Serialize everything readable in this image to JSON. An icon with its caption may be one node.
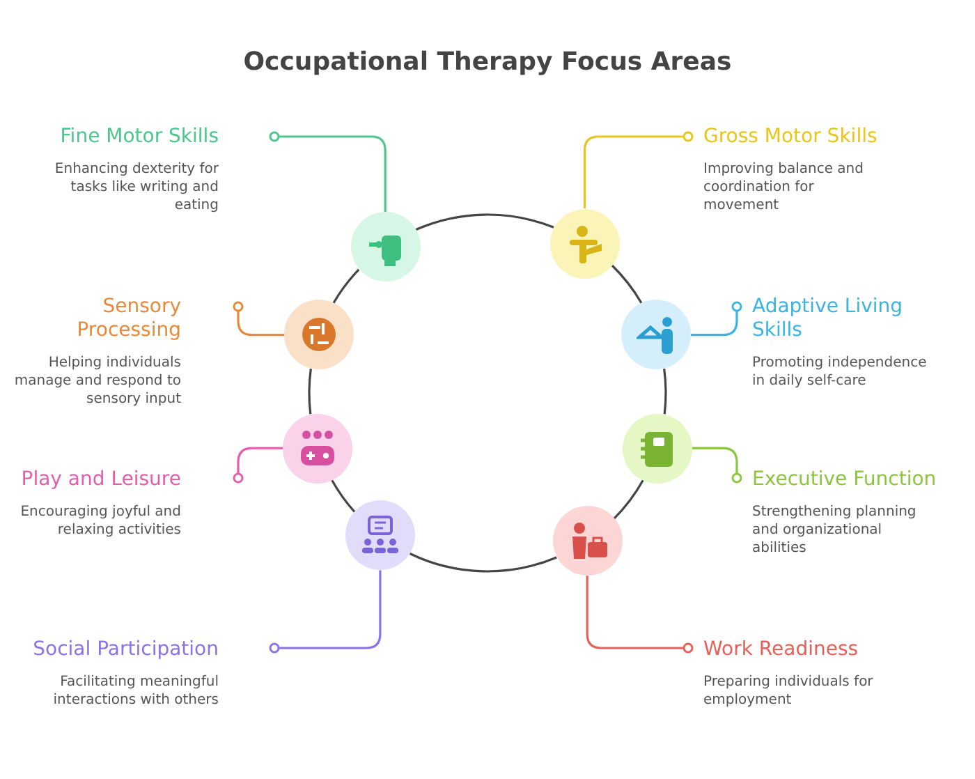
{
  "diagram": {
    "title": "Occupational Therapy Focus Areas",
    "nodes": [
      {
        "text": [
          "Fine Motor Skills",
          "Enhancing dexterity for tasks like writing and eating"
        ]
      },
      {
        "text": [],
        "shape": "circle"
      },
      {
        "text": [
          "Gross Motor Skills",
          "Improving balance and coordination for movement"
        ]
      },
      {
        "text": [],
        "shape": "circle"
      },
      {
        "text": [
          "Sensory Processing",
          "Helping individuals manage and respond to sensory input"
        ]
      },
      {
        "text": [],
        "shape": "circle"
      },
      {
        "text": [
          "Adaptive Living Skills",
          "Promoting independence in daily self-care"
        ]
      },
      {
        "text": [],
        "shape": "circle"
      },
      {
        "text": [
          "Play and Leisure",
          "Encouraging joyful and relaxing activities"
        ]
      },
      {
        "text": [],
        "shape": "circle"
      },
      {
        "text": [
          "Executive Function",
          "Strengthening planning and organizational abilities"
        ]
      },
      {
        "text": [],
        "shape": "circle"
      },
      {
        "text": [
          "Social Participation",
          "Facilitating meaningful interactions with others"
        ]
      },
      {
        "text": [],
        "shape": "circle"
      },
      {
        "text": [
          "Work Readiness",
          "Preparing individuals for employment"
        ]
      },
      {
        "text": [],
        "shape": "circle"
      }
    ],
    "edges": [
      {
        "from": 0,
        "to": 1,
        "arrow": "other",
        "color": "#4cc68a"
      },
      {
        "from": 2,
        "to": 3,
        "arrow": "other",
        "color": "#e8c51a"
      },
      {
        "from": 4,
        "to": 5,
        "arrow": "other",
        "color": "#e8893a"
      },
      {
        "from": 6,
        "to": 7,
        "arrow": "other",
        "color": "#3ab4e0"
      },
      {
        "from": 8,
        "to": 9,
        "arrow": "other",
        "color": "#e35fae"
      },
      {
        "from": 10,
        "to": 11,
        "arrow": "other",
        "color": "#8cc63f"
      },
      {
        "from": 12,
        "to": 13,
        "arrow": "other",
        "color": "#8a73e8"
      },
      {
        "from": 14,
        "to": 15,
        "arrow": "other",
        "color": "#e8605a"
      },
      {
        "from": 1,
        "to": 3,
        "arrow": "none"
      },
      {
        "from": 3,
        "to": 7,
        "arrow": "none"
      },
      {
        "from": 7,
        "to": 11,
        "arrow": "none"
      },
      {
        "from": 11,
        "to": 15,
        "arrow": "none"
      },
      {
        "from": 15,
        "to": 13,
        "arrow": "none"
      },
      {
        "from": 13,
        "to": 9,
        "arrow": "none"
      },
      {
        "from": 9,
        "to": 5,
        "arrow": "none"
      },
      {
        "from": 5,
        "to": 1,
        "arrow": "none"
      }
    ]
  }
}
